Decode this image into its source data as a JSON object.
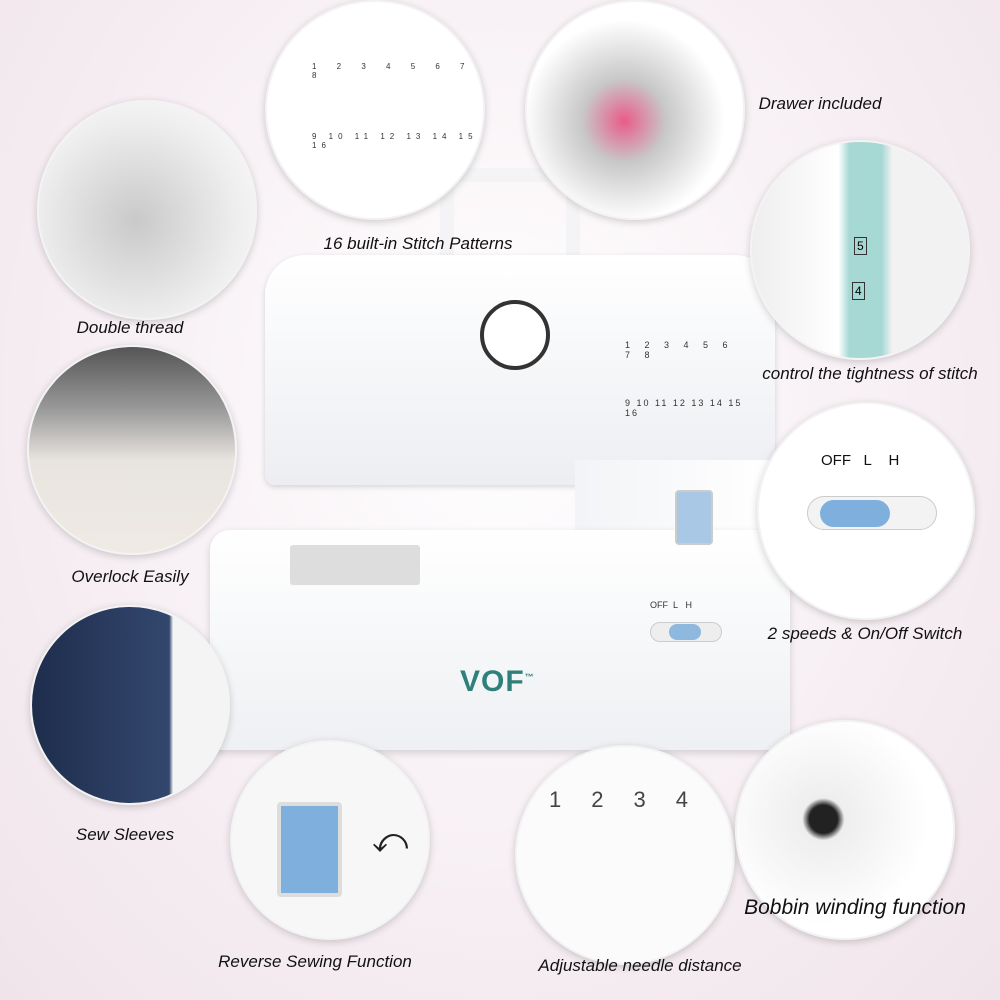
{
  "features": [
    {
      "id": "double-thread",
      "label": "Double thread"
    },
    {
      "id": "stitch-patterns",
      "label": "16 built-in Stitch Patterns"
    },
    {
      "id": "drawer",
      "label": "Drawer included"
    },
    {
      "id": "tightness",
      "label": "control the tightness of stitch"
    },
    {
      "id": "overlock",
      "label": "Overlock Easily"
    },
    {
      "id": "speeds",
      "label": "2 speeds & On/Off Switch"
    },
    {
      "id": "sleeves",
      "label": "Sew Sleeves"
    },
    {
      "id": "reverse",
      "label": "Reverse Sewing Function"
    },
    {
      "id": "needle",
      "label": "Adjustable needle distance"
    },
    {
      "id": "bobbin",
      "label": "Bobbin winding function"
    }
  ],
  "brand": "VOF",
  "brand_tm": "™",
  "switch_labels": {
    "off": "OFF",
    "low": "L",
    "high": "H"
  },
  "stitch_numbers_top": "1 2 3 4 5 6 7 8",
  "stitch_numbers_bottom": "9 10 11 12 13 14 15 16",
  "needle_positions": [
    "1",
    "2",
    "3",
    "4"
  ],
  "dial_numbers": [
    "4",
    "5"
  ],
  "colors": {
    "accent_blue": "#7fb0dd",
    "brand_teal": "#2f7f7a"
  }
}
